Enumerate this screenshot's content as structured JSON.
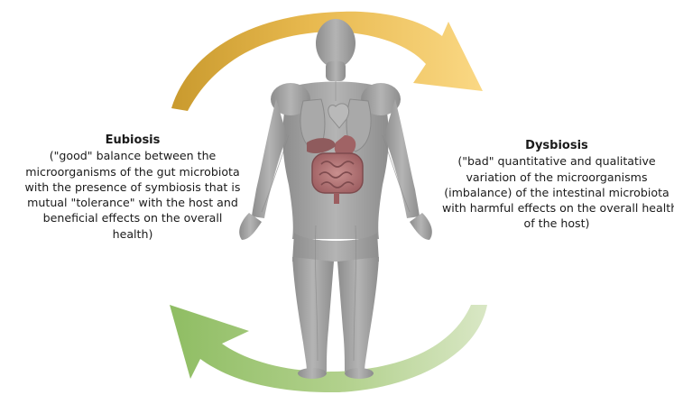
{
  "eubiosis": {
    "title": "Eubiosis",
    "lines": [
      "(\"good\" balance between the",
      "microorganisms of the gut microbiota",
      "with the presence of symbiosis that is",
      "mutual \"tolerance\" with the host and",
      "beneficial effects on the overall",
      "health)"
    ]
  },
  "dysbiosis": {
    "title": "Dysbiosis",
    "lines": [
      "(\"bad\" quantitative and qualitative",
      "variation of the microorganisms",
      "(imbalance) of the intestinal microbiota",
      "with harmful effects on the overall health",
      "of the host)"
    ]
  },
  "colors": {
    "top_arrow": "#f2c15a",
    "bottom_arrow": "#95bf6a",
    "body": "#9a9a9a",
    "intestine": "#b5787a"
  },
  "icons": {
    "human_figure": "human-body-illustration",
    "top_arrow": "clockwise-arrow-top",
    "bottom_arrow": "clockwise-arrow-bottom"
  }
}
